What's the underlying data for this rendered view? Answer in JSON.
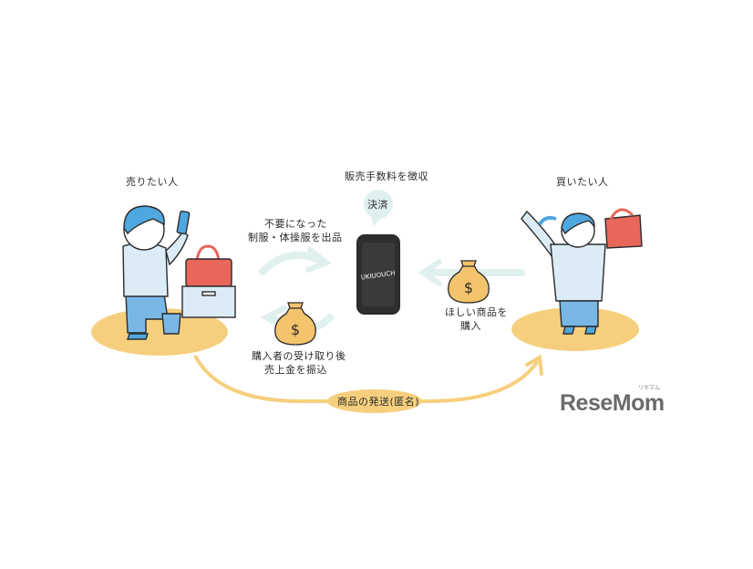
{
  "seller": {
    "title": "売りたい人",
    "action_line1": "不要になった",
    "action_line2": "制服・体操服を出品"
  },
  "platform": {
    "title": "販売手数料を徴収",
    "bubble": "決済",
    "phone_brand": "UKIUOUCH"
  },
  "buyer": {
    "title": "買いたい人",
    "action_line1": "ほしい商品を",
    "action_line2": "購入"
  },
  "payout": {
    "line1": "購入者の受け取り後",
    "line2": "売上金を振込"
  },
  "shipping": {
    "label": "商品の発送(匿名)"
  },
  "money_symbol": "$",
  "brand": {
    "name": "ReseMom",
    "ruby": "リセマム"
  },
  "colors": {
    "ground": "#f6cf7e",
    "skin_hair": "#4fa7df",
    "shirt": "#dcecf6",
    "pants": "#79b7e5",
    "bag_red": "#e8665a",
    "arrow": "#dff0ef",
    "money": "#f4c46d",
    "outline": "#2b2b2b"
  }
}
